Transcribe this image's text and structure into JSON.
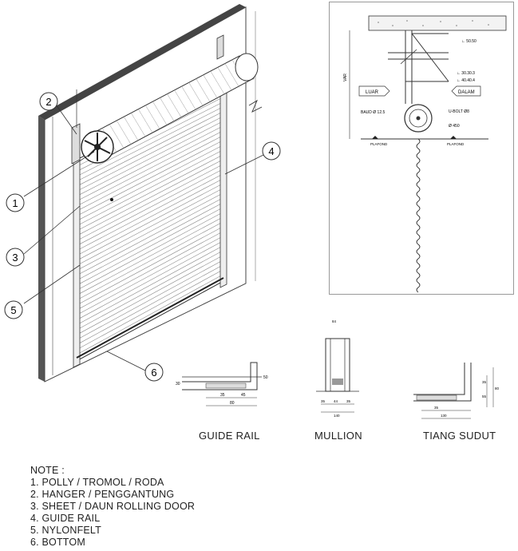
{
  "callouts": [
    "1",
    "2",
    "3",
    "4",
    "5",
    "6"
  ],
  "section": {
    "luar": "LUAR",
    "dalam": "DALAM",
    "var": "VAR",
    "baud": "BAUD Ø 12.5",
    "ubolt": "U-BOLT Ø8",
    "pipe": "Ø 450",
    "angle1": "∟ 30.30.3",
    "angle2": "∟ 40.40.4",
    "angle3": "∟ 50.50",
    "plafond1": "PLAFOND",
    "plafond2": "PLAFOND"
  },
  "details": [
    {
      "label": "GUIDE RAIL",
      "dims": [
        "30",
        "50",
        "35",
        "45",
        "80"
      ]
    },
    {
      "label": "MULLION",
      "dims": [
        "84",
        "35",
        "44",
        "35",
        "140"
      ]
    },
    {
      "label": "TIANG SUDUT",
      "dims": [
        "35",
        "55",
        "80",
        "35",
        "130"
      ]
    }
  ],
  "note": {
    "title": "NOTE :",
    "items": [
      "1. POLLY / TROMOL / RODA",
      "2. HANGER / PENGGANTUNG",
      "3. SHEET / DAUN ROLLING DOOR",
      "4. GUIDE RAIL",
      "5. NYLONFELT",
      "6. BOTTOM"
    ]
  }
}
